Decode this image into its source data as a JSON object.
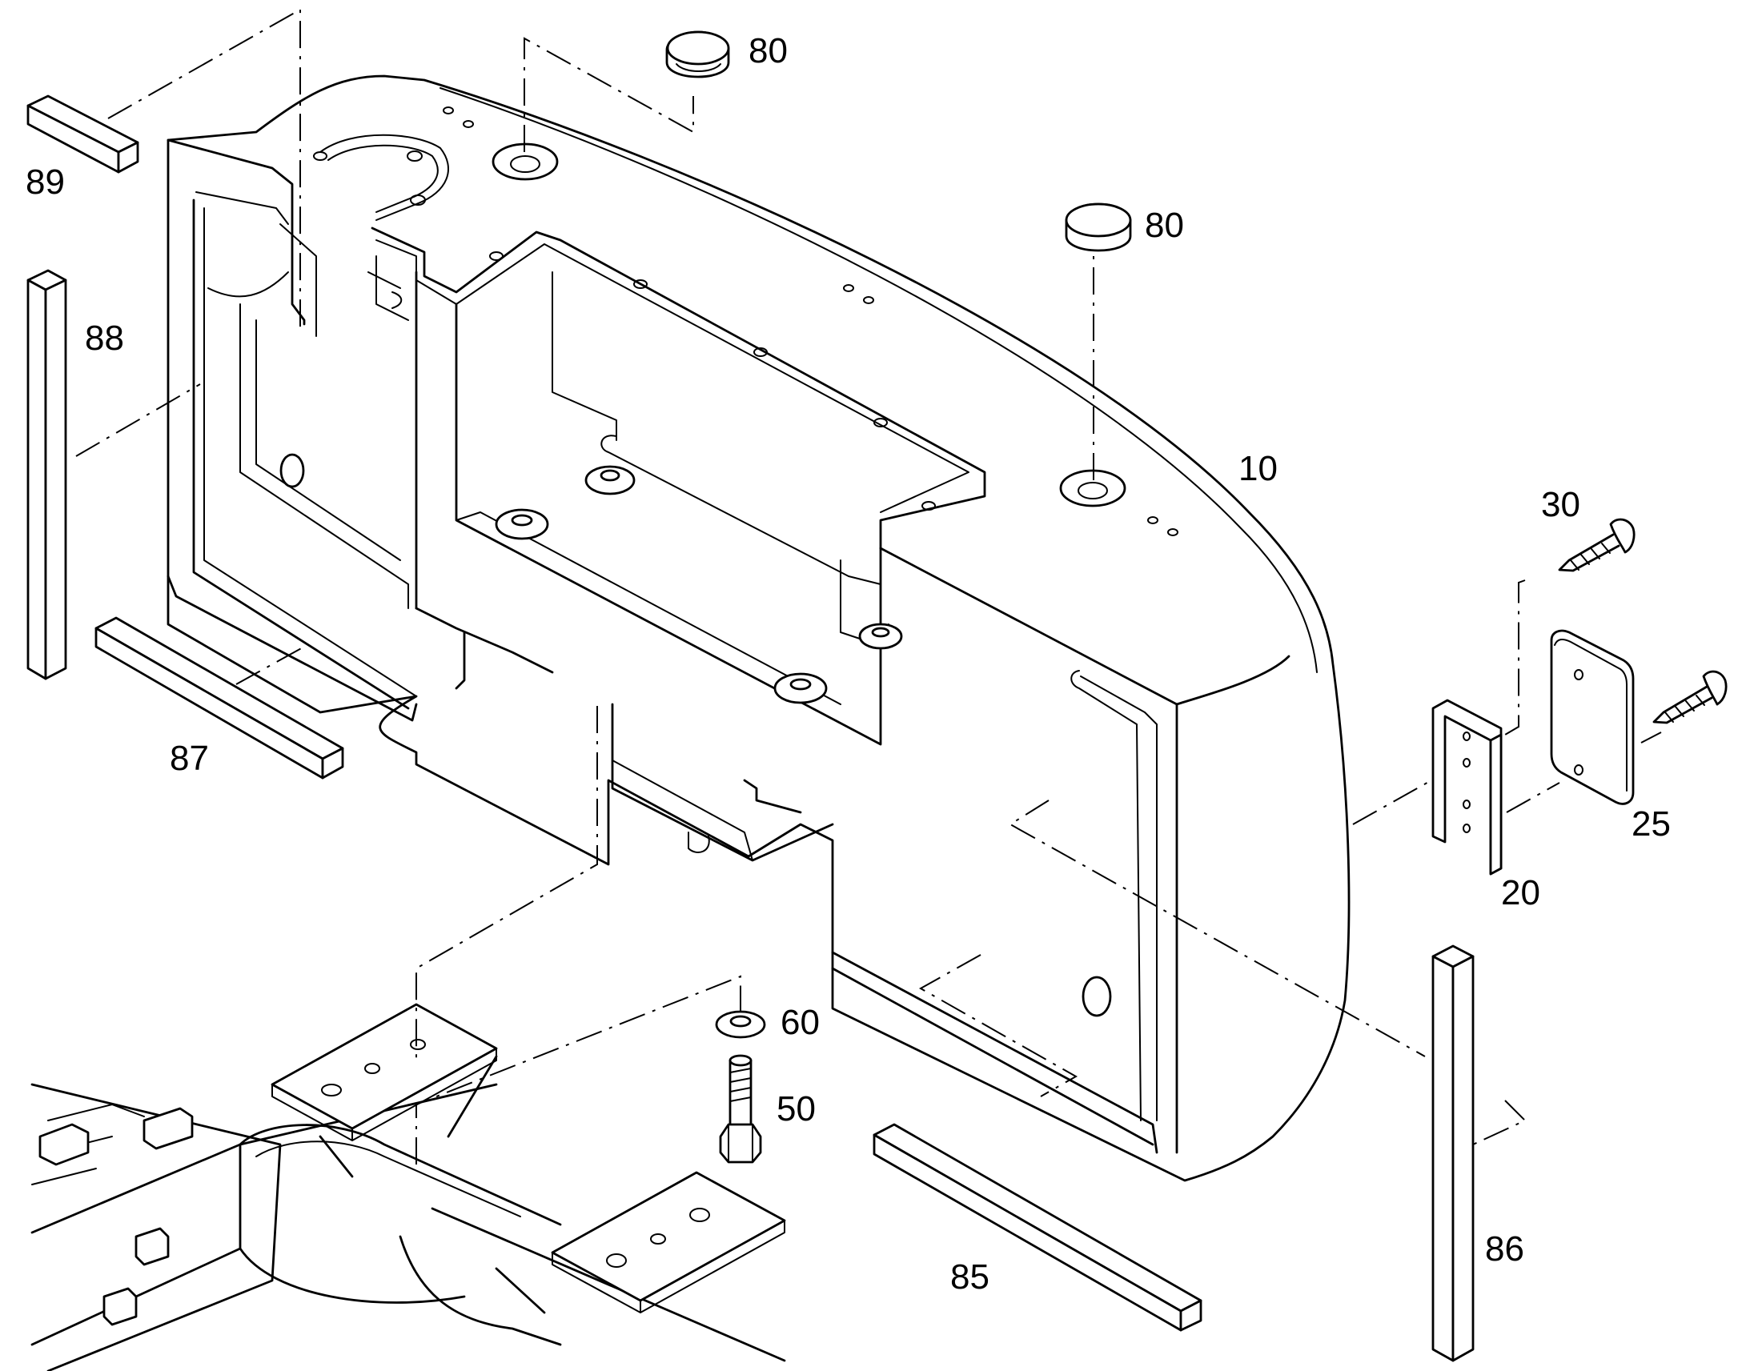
{
  "callouts": {
    "c10": "10",
    "c20": "20",
    "c25": "25",
    "c30": "30",
    "c50": "50",
    "c60": "60",
    "c80a": "80",
    "c80b": "80",
    "c85": "85",
    "c86": "86",
    "c87": "87",
    "c88": "88",
    "c89": "89"
  }
}
